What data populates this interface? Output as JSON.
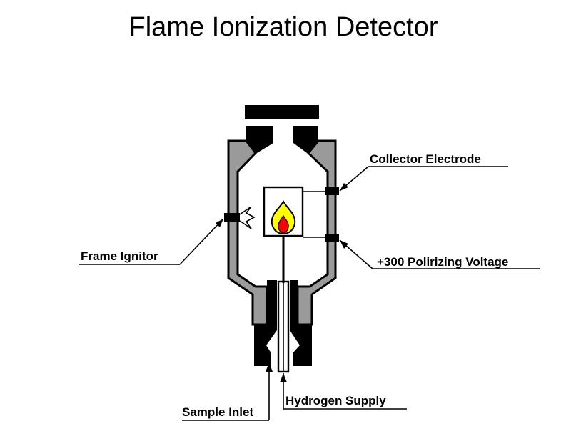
{
  "title": "Flame Ionization Detector",
  "labels": {
    "collector": "Collector Electrode",
    "ignitor": "Frame Ignitor",
    "voltage": "+300 Polirizing Voltage",
    "hydrogen": "Hydrogen Supply",
    "sample": "Sample Inlet"
  },
  "colors": {
    "housing": "#9a9a9a",
    "flame_outer": "#ffff00",
    "flame_inner": "#ff0000"
  }
}
